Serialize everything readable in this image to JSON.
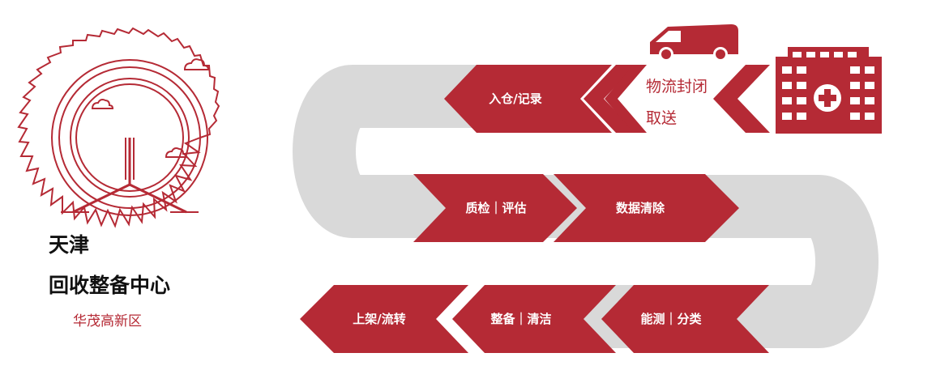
{
  "title": {
    "line1": "天津",
    "line2": "回收整备中心",
    "location": "华茂高新区"
  },
  "transport": {
    "line1": "物流封闭",
    "line2": "取送"
  },
  "steps": [
    {
      "id": "intake",
      "label": "入仓/记录"
    },
    {
      "id": "inspect",
      "label": "质检｜评估"
    },
    {
      "id": "wipe",
      "label": "数据清除"
    },
    {
      "id": "test",
      "label": "能测｜分类"
    },
    {
      "id": "refurb",
      "label": "整备｜清洁"
    },
    {
      "id": "resale",
      "label": "上架/流转"
    }
  ],
  "colors": {
    "accent": "#b52a35",
    "track": "#d9d9d9",
    "text_dark": "#111111",
    "label_text": "#ffffff"
  },
  "icons": [
    "ferris-wheel-logo-icon",
    "van-icon",
    "hospital-icon",
    "double-chevron-left-icon"
  ]
}
